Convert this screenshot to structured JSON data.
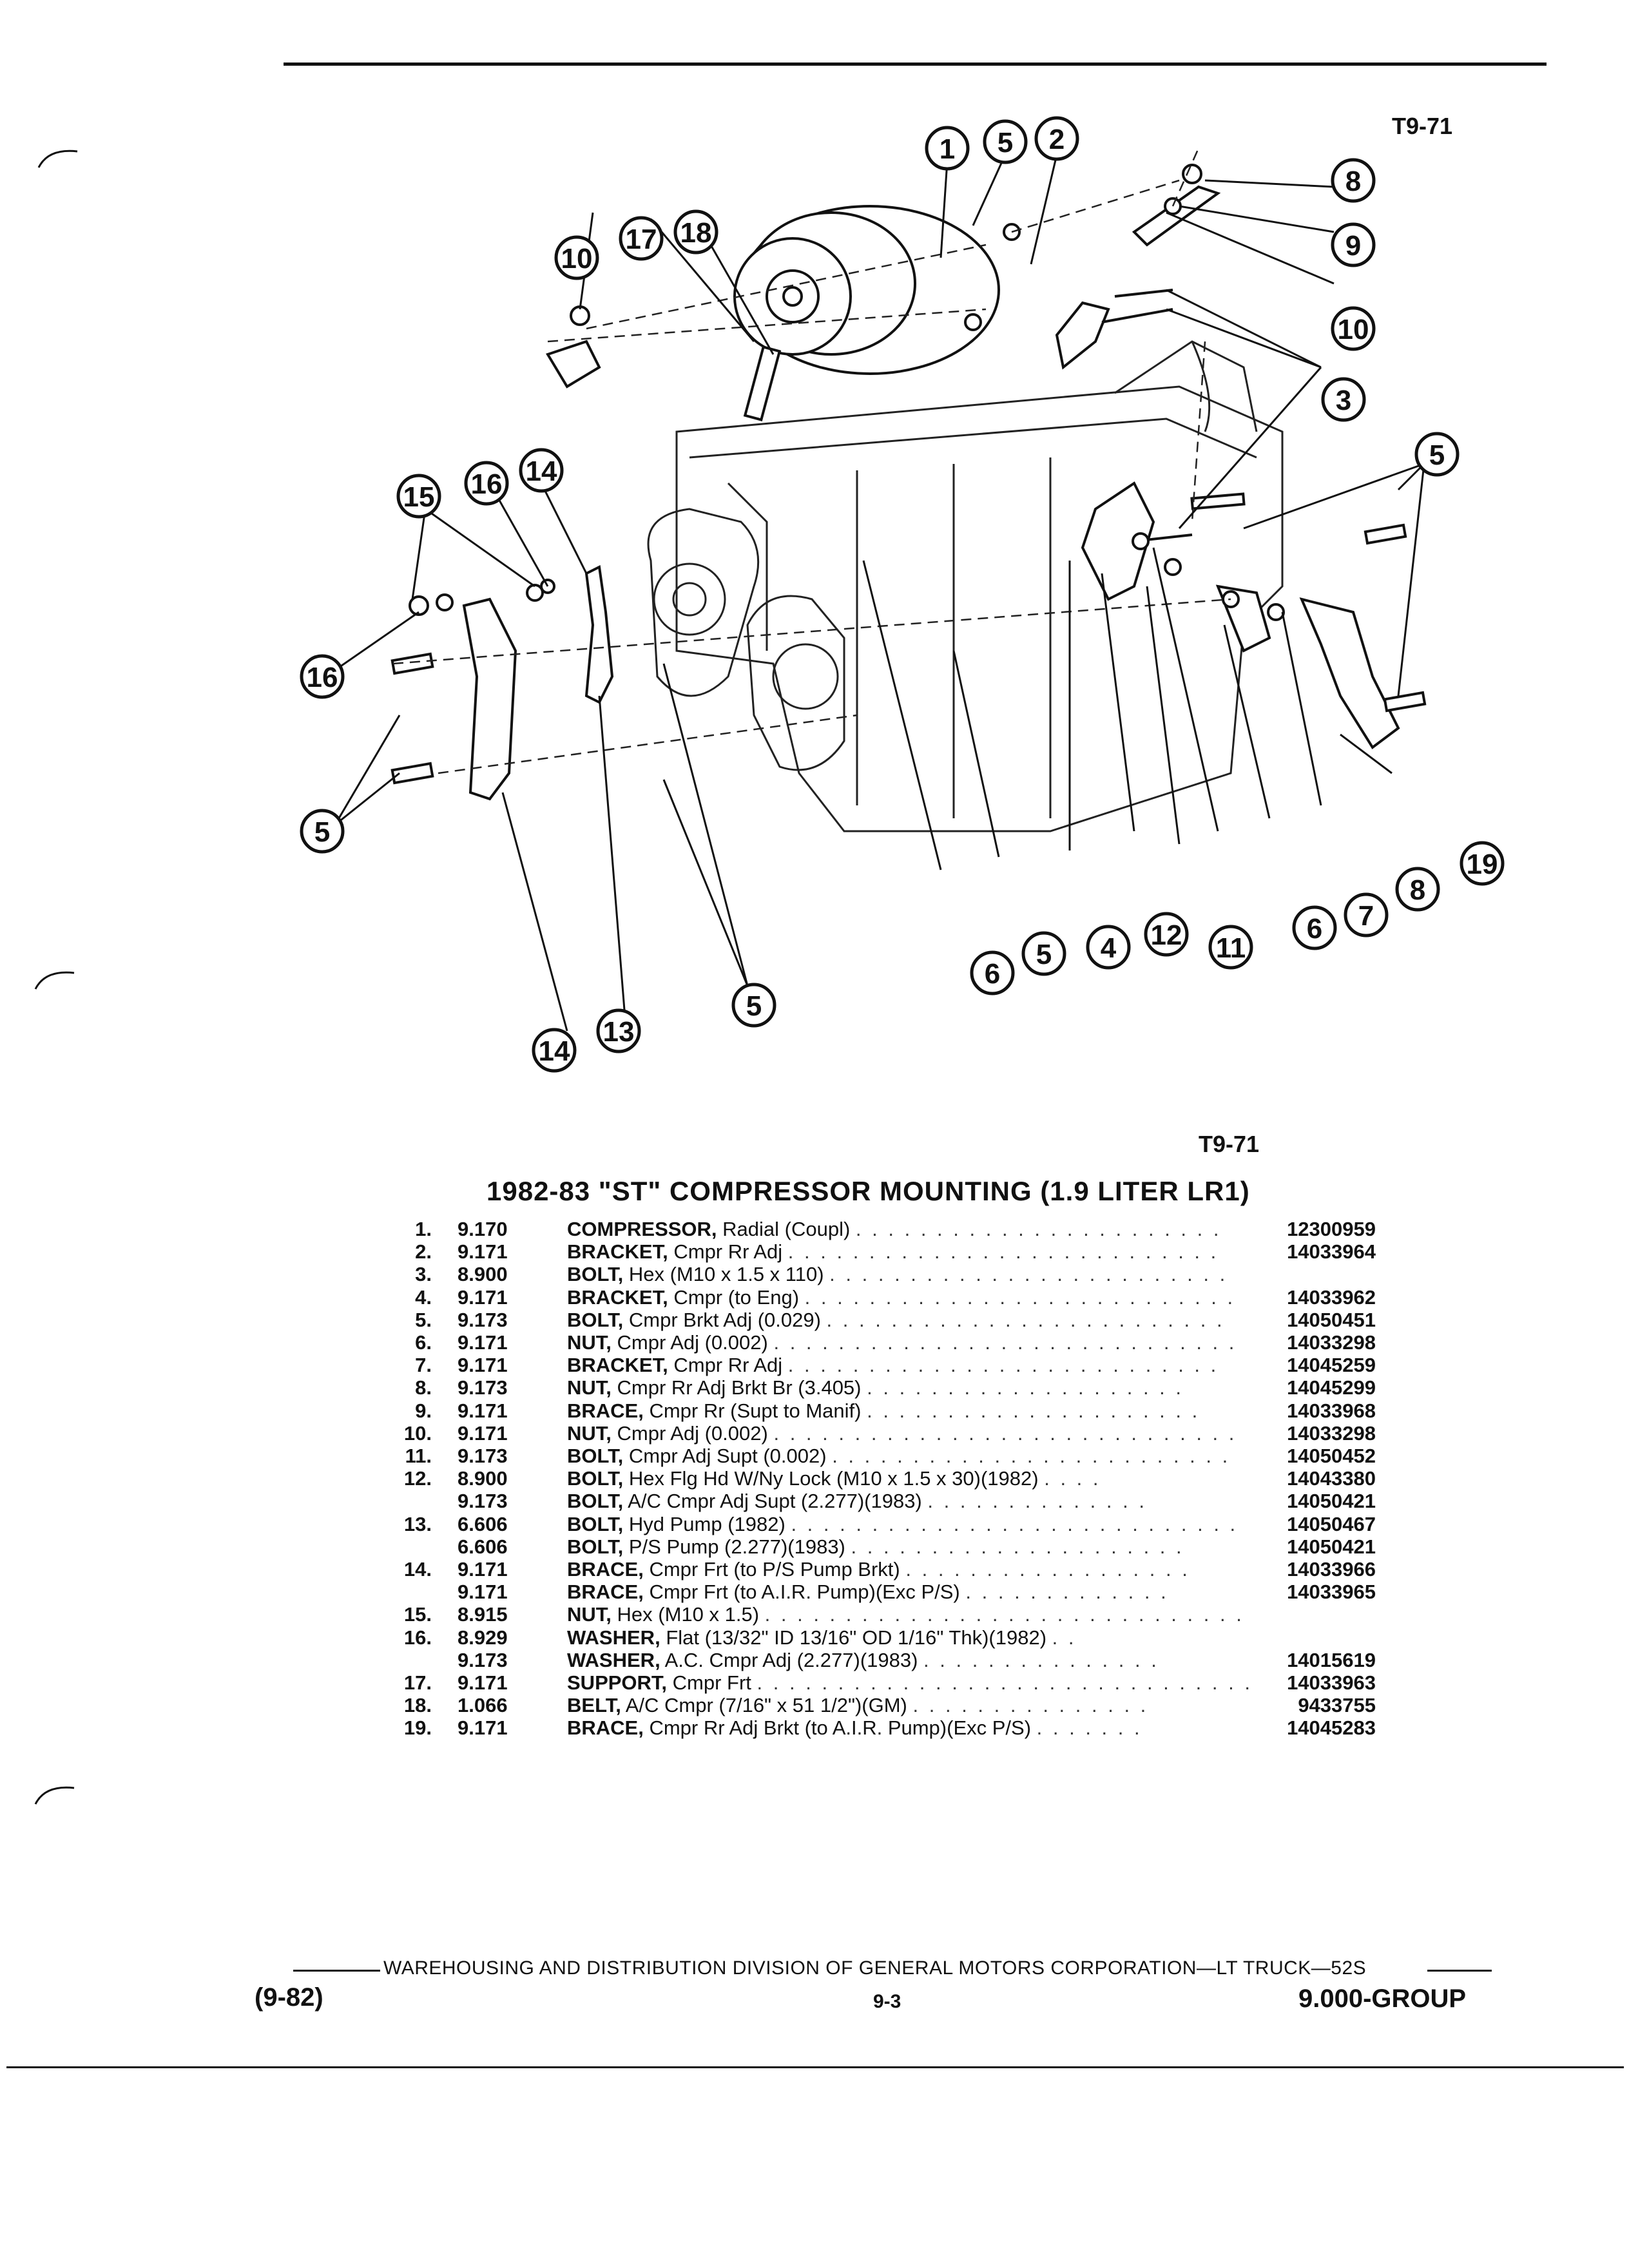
{
  "figure_code_top": "T9-71",
  "figure_code_bottom": "T9-71",
  "title": "1982-83 \"ST\" COMPRESSOR MOUNTING (1.9 LITER LR1)",
  "callouts": [
    "1",
    "5",
    "2",
    "8",
    "9",
    "10",
    "3",
    "10",
    "17",
    "18",
    "15",
    "16",
    "14",
    "16",
    "5",
    "5",
    "19",
    "8",
    "7",
    "6",
    "11",
    "12",
    "4",
    "5",
    "6",
    "13",
    "14",
    "5"
  ],
  "parts": [
    {
      "num": "1.",
      "group": "9.170",
      "name": "COMPRESSOR,",
      "detail": "Radial (Coupl)",
      "dots": ". . . . . . . . . . . . . . . . . . . . . . .",
      "part": "12300959"
    },
    {
      "num": "2.",
      "group": "9.171",
      "name": "BRACKET,",
      "detail": "Cmpr Rr Adj",
      "dots": ". . . . . . . . . . . . . . . . . . . . . . . . . . .",
      "part": "14033964"
    },
    {
      "num": "3.",
      "group": "8.900",
      "name": "BOLT,",
      "detail": "Hex (M10 x 1.5 x 110)",
      "dots": ". . . . . . . . . . . . . . . . . . . . . . . . .",
      "part": ""
    },
    {
      "num": "4.",
      "group": "9.171",
      "name": "BRACKET,",
      "detail": "Cmpr (to Eng)",
      "dots": ". . . . . . . . . . . . . . . . . . . . . . . . . . .",
      "part": "14033962"
    },
    {
      "num": "5.",
      "group": "9.173",
      "name": "BOLT,",
      "detail": "Cmpr Brkt Adj (0.029)",
      "dots": ". . . . . . . . . . . . . . . . . . . . . . . . .",
      "part": "14050451"
    },
    {
      "num": "6.",
      "group": "9.171",
      "name": "NUT,",
      "detail": "Cmpr Adj (0.002)",
      "dots": ". . . . . . . . . . . . . . . . . . . . . . . . . . . . .",
      "part": "14033298"
    },
    {
      "num": "7.",
      "group": "9.171",
      "name": "BRACKET,",
      "detail": "Cmpr Rr Adj",
      "dots": ". . . . . . . . . . . . . . . . . . . . . . . . . . .",
      "part": "14045259"
    },
    {
      "num": "8.",
      "group": "9.173",
      "name": "NUT,",
      "detail": "Cmpr Rr Adj Brkt Br (3.405)",
      "dots": ". . . . . . . . . . . . . . . . . . . .",
      "part": "14045299"
    },
    {
      "num": "9.",
      "group": "9.171",
      "name": "BRACE,",
      "detail": "Cmpr Rr (Supt to Manif)",
      "dots": ". . . . . . . . . . . . . . . . . . . . .",
      "part": "14033968"
    },
    {
      "num": "10.",
      "group": "9.171",
      "name": "NUT,",
      "detail": "Cmpr Adj (0.002)",
      "dots": ". . . . . . . . . . . . . . . . . . . . . . . . . . . . .",
      "part": "14033298"
    },
    {
      "num": "11.",
      "group": "9.173",
      "name": "BOLT,",
      "detail": "Cmpr Adj Supt (0.002)",
      "dots": ". . . . . . . . . . . . . . . . . . . . . . . . .",
      "part": "14050452"
    },
    {
      "num": "12.",
      "group": "8.900",
      "name": "BOLT,",
      "detail": "Hex Flg Hd W/Ny Lock (M10 x 1.5 x 30)(1982)",
      "dots": ". . . .",
      "part": "14043380"
    },
    {
      "num": "",
      "group": "9.173",
      "name": "BOLT,",
      "detail": "A/C Cmpr Adj Supt (2.277)(1983)",
      "dots": ". . . . . . . . . . . . . .",
      "part": "14050421"
    },
    {
      "num": "13.",
      "group": "6.606",
      "name": "BOLT,",
      "detail": "Hyd Pump (1982)",
      "dots": ". . . . . . . . . . . . . . . . . . . . . . . . . . . .",
      "part": "14050467"
    },
    {
      "num": "",
      "group": "6.606",
      "name": "BOLT,",
      "detail": "P/S Pump (2.277)(1983)",
      "dots": ". . . . . . . . . . . . . . . . . . . . .",
      "part": "14050421"
    },
    {
      "num": "14.",
      "group": "9.171",
      "name": "BRACE,",
      "detail": "Cmpr Frt (to P/S Pump Brkt)",
      "dots": ". . . . . . . . . . . . . . . . . .",
      "part": "14033966"
    },
    {
      "num": "",
      "group": "9.171",
      "name": "BRACE,",
      "detail": "Cmpr Frt (to A.I.R. Pump)(Exc P/S)",
      "dots": ". . . . . . . . . . . . .",
      "part": "14033965"
    },
    {
      "num": "15.",
      "group": "8.915",
      "name": "NUT,",
      "detail": "Hex (M10 x 1.5)",
      "dots": ". . . . . . . . . . . . . . . . . . . . . . . . . . . . . . . .",
      "part": ""
    },
    {
      "num": "16.",
      "group": "8.929",
      "name": "WASHER,",
      "detail": "Flat (13/32\" ID 13/16\" OD 1/16\" Thk)(1982)",
      "dots": ". .",
      "part": ""
    },
    {
      "num": "",
      "group": "9.173",
      "name": "WASHER,",
      "detail": "A.C. Cmpr Adj (2.277)(1983)",
      "dots": ". . . . . . . . . . . . . . .",
      "part": "14015619"
    },
    {
      "num": "17.",
      "group": "9.171",
      "name": "SUPPORT,",
      "detail": "Cmpr Frt",
      "dots": ". . . . . . . . . . . . . . . . . . . . . . . . . . . . . . . . .",
      "part": "14033963"
    },
    {
      "num": "18.",
      "group": "1.066",
      "name": "BELT,",
      "detail": "A/C Cmpr (7/16\" x 51 1/2\")(GM)",
      "dots": ". . . . . . . . . . . . . . .",
      "part": "9433755"
    },
    {
      "num": "19.",
      "group": "9.171",
      "name": "BRACE,",
      "detail": "Cmpr Rr Adj Brkt (to A.I.R. Pump)(Exc P/S)",
      "dots": ". . . . . . .",
      "part": "14045283"
    }
  ],
  "footer": {
    "publisher": "WAREHOUSING AND DISTRIBUTION DIVISION OF GENERAL MOTORS CORPORATION—LT TRUCK—52S",
    "date": "(9-82)",
    "page": "9-3",
    "group": "9.000-GROUP"
  }
}
